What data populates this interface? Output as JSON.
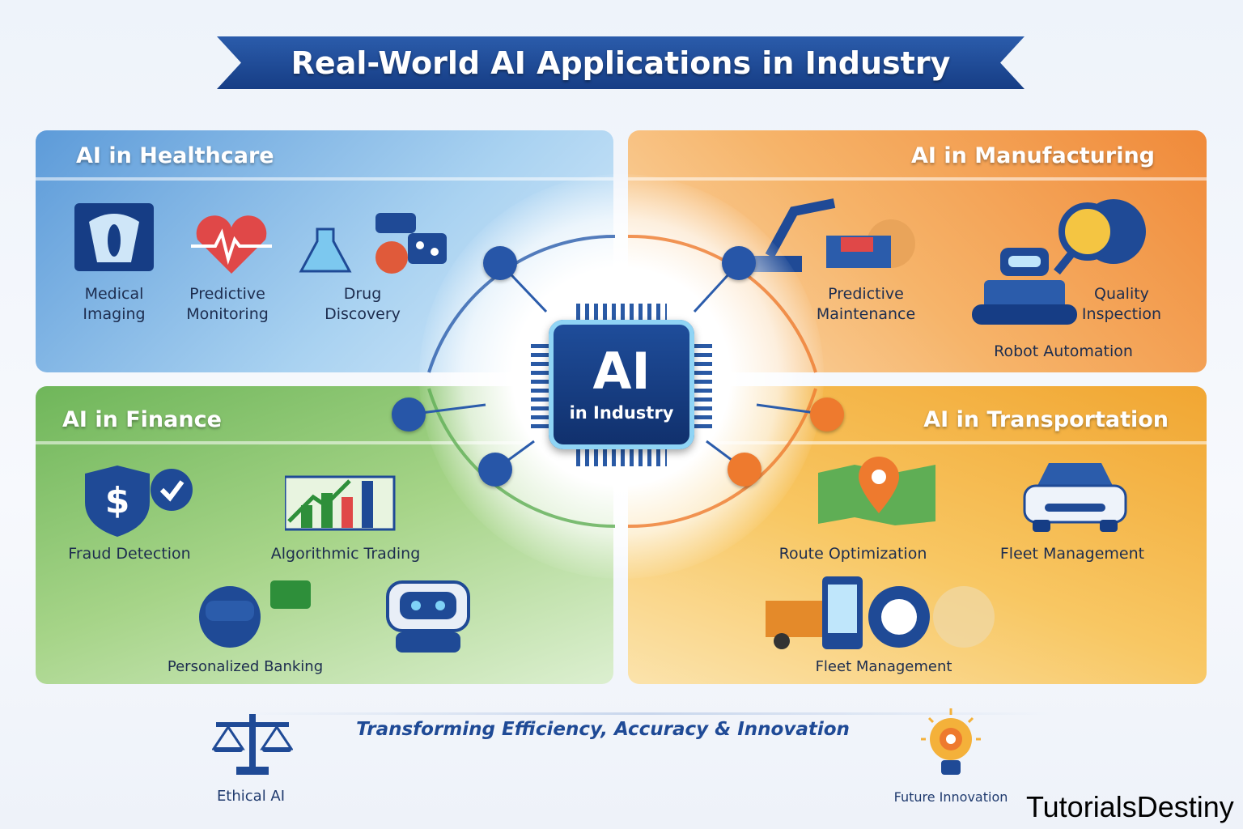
{
  "title": "Real-World AI Applications in Industry",
  "center": {
    "ai": "AI",
    "subtitle": "in Industry"
  },
  "healthcare": {
    "title": "AI in Healthcare",
    "color": "#5d9bd9",
    "items": [
      "Medical\nImaging",
      "Predictive\nMonitoring",
      "Drug\nDiscovery"
    ]
  },
  "manufacturing": {
    "title": "AI in Manufacturing",
    "color": "#f08a3a",
    "items": [
      "Predictive\nMaintenance",
      "Quality\nInspection",
      "Robot Automation"
    ]
  },
  "finance": {
    "title": "AI in Finance",
    "color": "#6fb65a",
    "items": [
      "Fraud Detection",
      "Algorithmic Trading",
      "Personalized Banking"
    ]
  },
  "transportation": {
    "title": "AI in Transportation",
    "color": "#f1a632",
    "items": [
      "Route Optimization",
      "Fleet Management",
      "Fleet Management"
    ]
  },
  "tagline": "Transforming Efficiency, Accuracy & Innovation",
  "footer": {
    "left": "Ethical AI",
    "right": "Future Innovation"
  },
  "brand": "TutorialsDestiny"
}
